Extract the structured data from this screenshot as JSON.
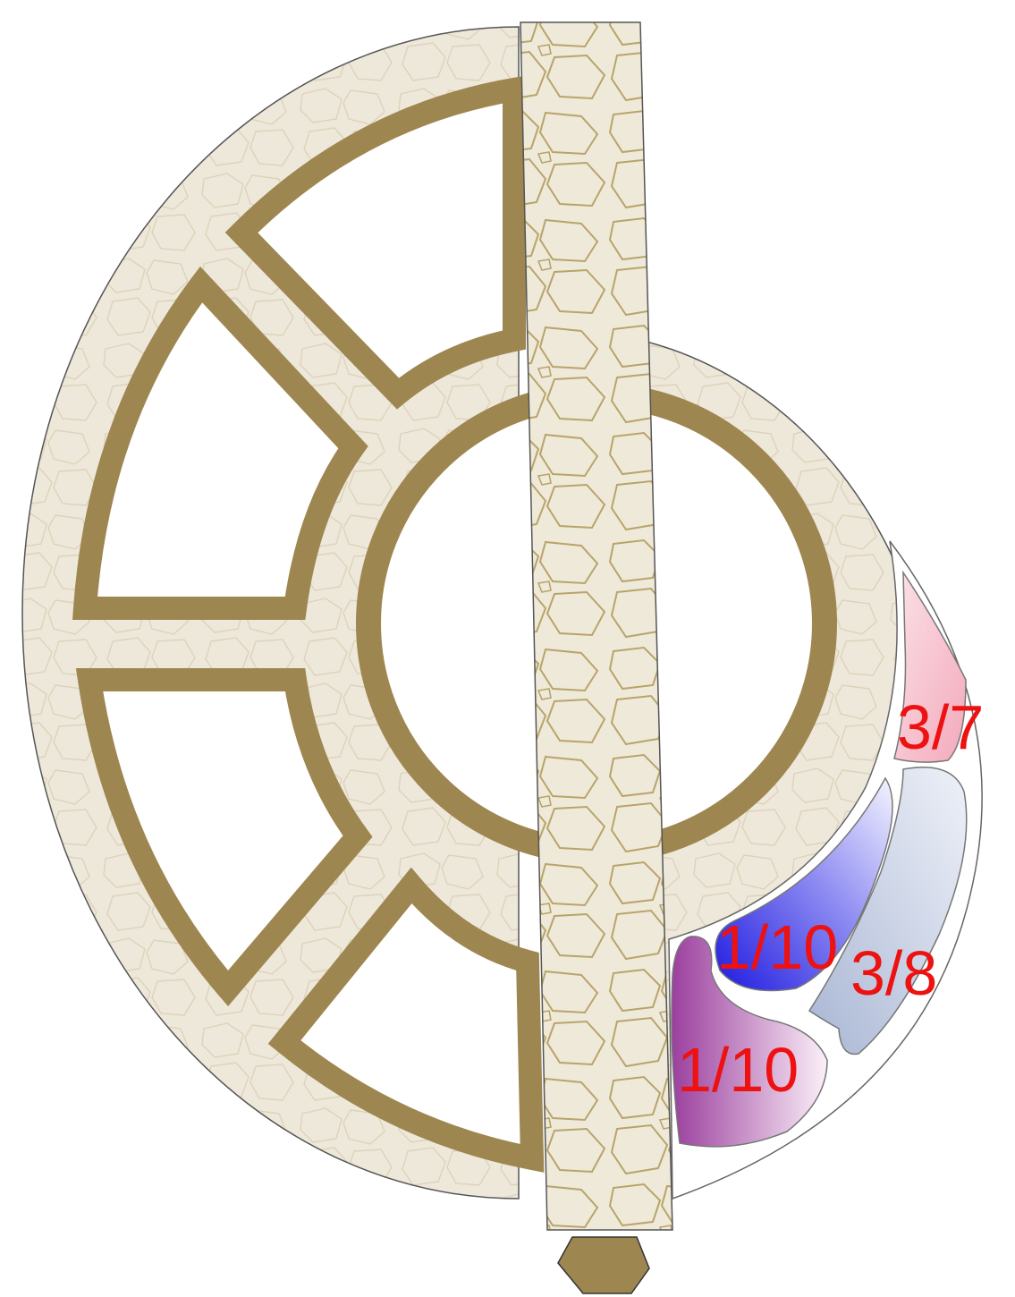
{
  "colors": {
    "stone": "#eee8da",
    "stone_outline": "#555555",
    "cobble": "#c9b98c",
    "band": "#9e8650",
    "label": "#ee1111",
    "region_pink": "#f6c5cf",
    "region_blue": "#2f2ee8",
    "region_gray_blue": "#b6c1dc",
    "region_purple": "#a24fa8"
  },
  "regions": [
    {
      "id": "pink",
      "label": "3/7"
    },
    {
      "id": "blue",
      "label": "1/10"
    },
    {
      "id": "gray-blue",
      "label": "3/8"
    },
    {
      "id": "purple",
      "label": "1/10"
    }
  ]
}
